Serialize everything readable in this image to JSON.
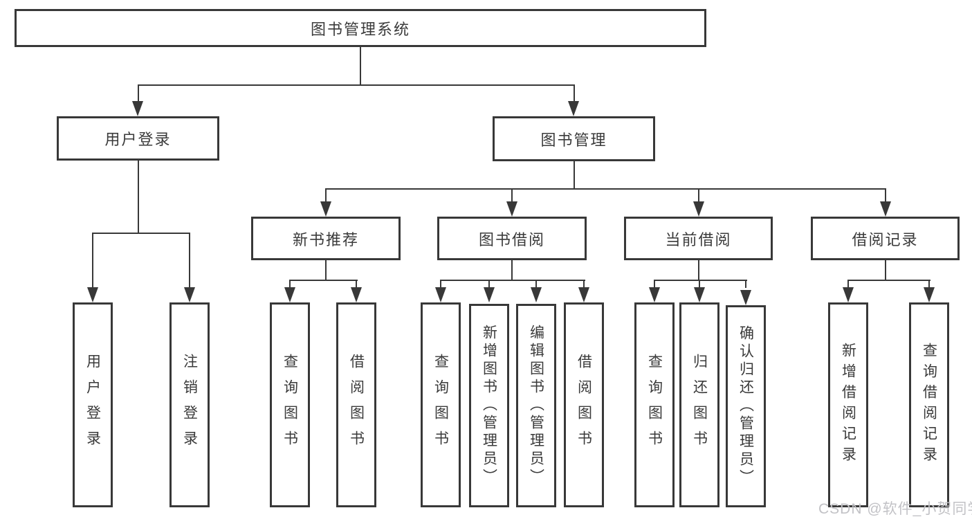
{
  "tree": {
    "root": "图书管理系统",
    "children": [
      {
        "label": "用户登录",
        "children": [
          "用户登录",
          "注销登录"
        ]
      },
      {
        "label": "图书管理",
        "children": [
          {
            "label": "新书推荐",
            "children": [
              "查询图书",
              "借阅图书"
            ]
          },
          {
            "label": "图书借阅",
            "children": [
              "查询图书",
              "新增图书（管理员）",
              "编辑图书（管理员）",
              "借阅图书"
            ]
          },
          {
            "label": "当前借阅",
            "children": [
              "查询图书",
              "归还图书",
              "确认归还（管理员）"
            ]
          },
          {
            "label": "借阅记录",
            "children": [
              "新增借阅记录",
              "查询借阅记录"
            ]
          }
        ]
      }
    ]
  },
  "watermark": {
    "text": "CSDN @软件_小贺同学"
  },
  "colors": {
    "line": "#383838",
    "text": "#3a3a3a",
    "watermark": "#c2c2c6",
    "background": "#ffffff"
  }
}
